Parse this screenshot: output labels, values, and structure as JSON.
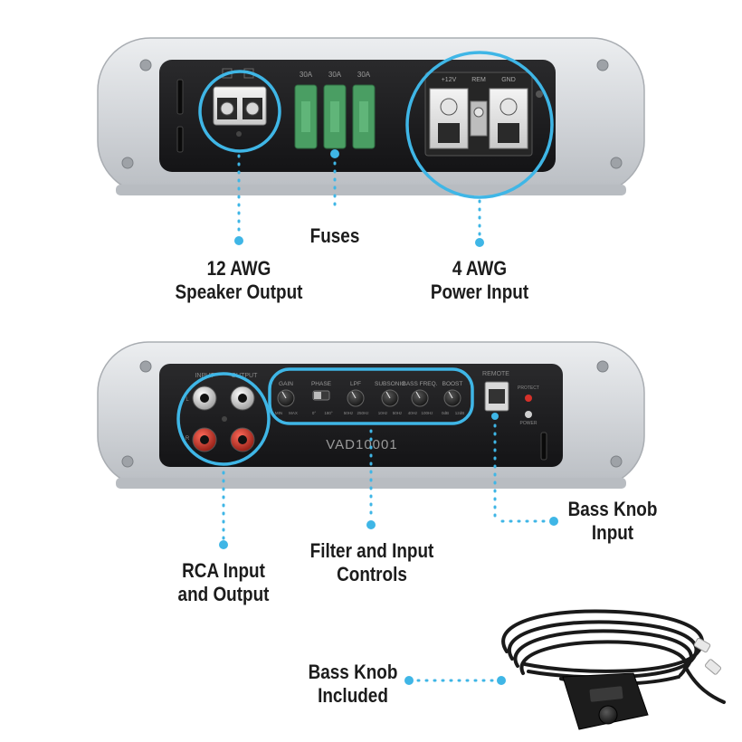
{
  "colors": {
    "accent": "#3fb6e6",
    "silver": "#d7d9dc",
    "panel": "#1c1c1e",
    "fuse_green": "#4a9e63",
    "rca_red": "#c0392b"
  },
  "amp_top": {
    "speaker_terminal_labels": [
      "+",
      "−"
    ],
    "fuse_labels": [
      "30A",
      "30A",
      "30A"
    ],
    "power_terminal_labels": [
      "+12V",
      "REM",
      "GND"
    ]
  },
  "amp_bottom": {
    "input_label": "INPUT",
    "output_label": "OUTPUT",
    "rca_channel_labels": [
      "L",
      "R"
    ],
    "controls": [
      {
        "label": "GAIN",
        "min": "MIN",
        "max": "MAX"
      },
      {
        "label": "PHASE",
        "min": "0°",
        "max": "180°"
      },
      {
        "label": "LPF",
        "min": "50Hz",
        "max": "250Hz"
      },
      {
        "label": "SUBSONIC",
        "min": "10Hz",
        "max": "50Hz"
      },
      {
        "label": "BASS FREQ.",
        "min": "40Hz",
        "max": "100Hz"
      },
      {
        "label": "BOOST",
        "min": "0dB",
        "max": "12dB"
      }
    ],
    "remote_label": "REMOTE",
    "protect_label": "PROTECT",
    "power_label": "POWER",
    "model": "VAD10001"
  },
  "callouts": {
    "speaker_output": [
      "12 AWG",
      "Speaker Output"
    ],
    "fuses": [
      "Fuses"
    ],
    "power_input": [
      "4 AWG",
      "Power Input"
    ],
    "rca": [
      "RCA Input",
      "and Output"
    ],
    "filter_controls": [
      "Filter and Input",
      "Controls"
    ],
    "bass_knob_input": [
      "Bass Knob",
      "Input"
    ],
    "bass_knob_included": [
      "Bass Knob",
      "Included"
    ]
  }
}
